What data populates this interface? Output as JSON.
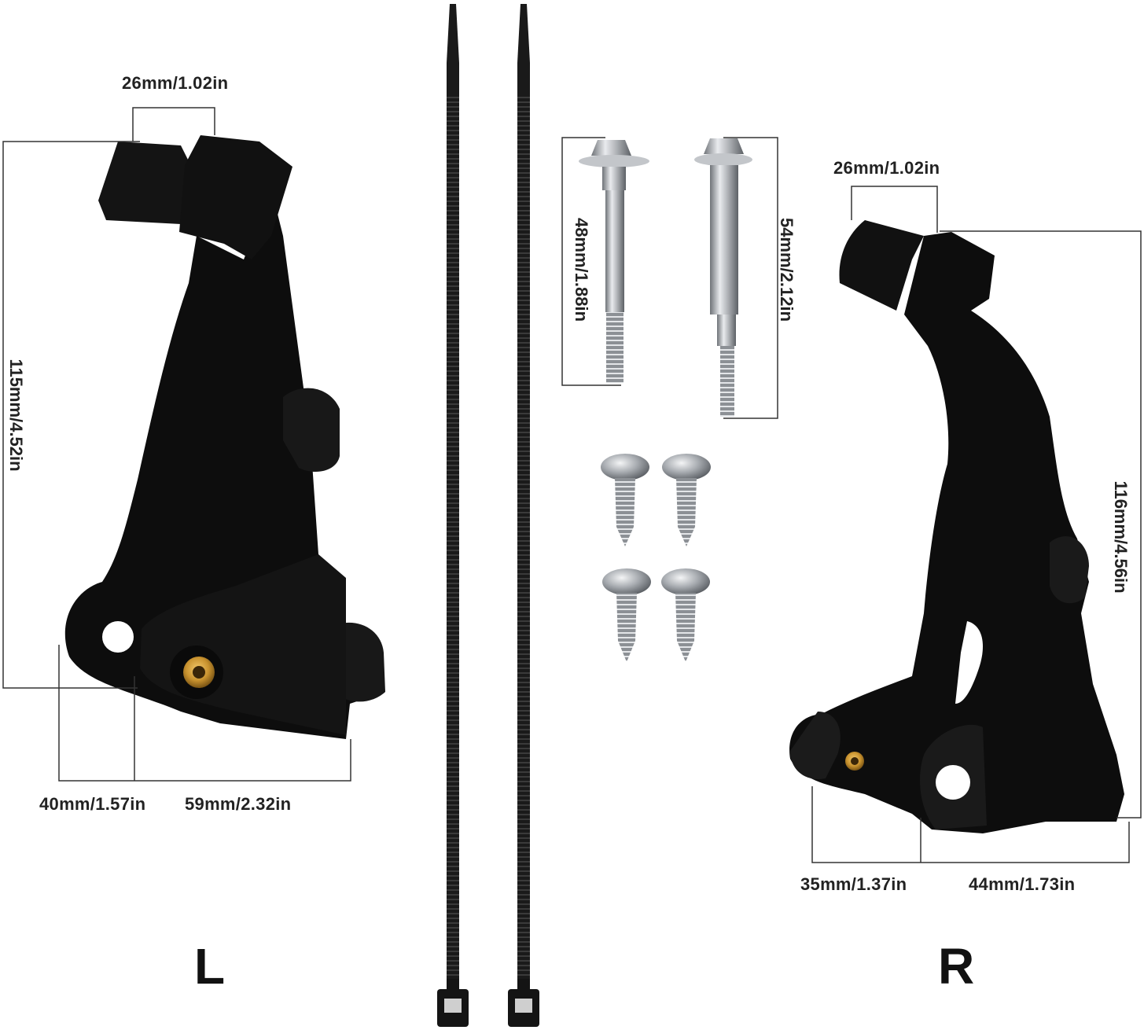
{
  "labels": {
    "left_side": "L",
    "right_side": "R"
  },
  "left_bracket": {
    "top_width": "26mm/1.02in",
    "height": "115mm/4.52in",
    "base_left": "40mm/1.57in",
    "base_right": "59mm/2.32in"
  },
  "right_bracket": {
    "top_width": "26mm/1.02in",
    "height": "116mm/4.56in",
    "base_left": "35mm/1.37in",
    "base_right": "44mm/1.73in"
  },
  "bolts": {
    "short_length": "48mm/1.88in",
    "long_length": "54mm/2.12in"
  },
  "colors": {
    "plastic": "#0d0d0d",
    "brass": "#c9932f",
    "steel": "#b9bcc0",
    "line": "#333333"
  }
}
